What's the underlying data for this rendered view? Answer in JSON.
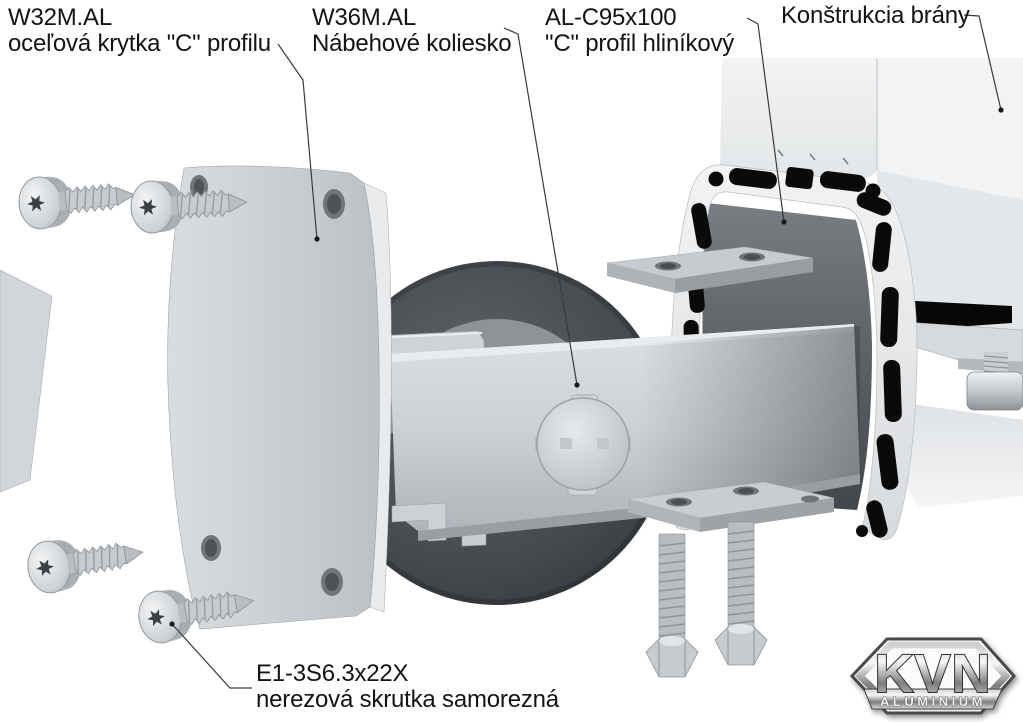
{
  "labels": {
    "cap": {
      "code": "W32M.AL",
      "desc": "oceľová krytka \"C\" profilu"
    },
    "wheel": {
      "code": "W36M.AL",
      "desc": "Nábehové koliesko"
    },
    "profile": {
      "code": "AL-C95x100",
      "desc": "\"C\" profil hliníkový"
    },
    "gate": {
      "desc": "Konštrukcia brány"
    },
    "screw": {
      "code": "E1-3S6.3x22X",
      "desc": "nerezová skrutka samorezná"
    }
  },
  "logo": {
    "brand": "KVN",
    "subtitle": "ALUMINIUM"
  },
  "colors": {
    "background": "#ffffff",
    "metal_light": "#d6dadd",
    "metal_mid": "#c0c5ca",
    "wheel_dark": "#42474c",
    "cavity_black": "#0a0a0a",
    "label_text": "#141414"
  }
}
